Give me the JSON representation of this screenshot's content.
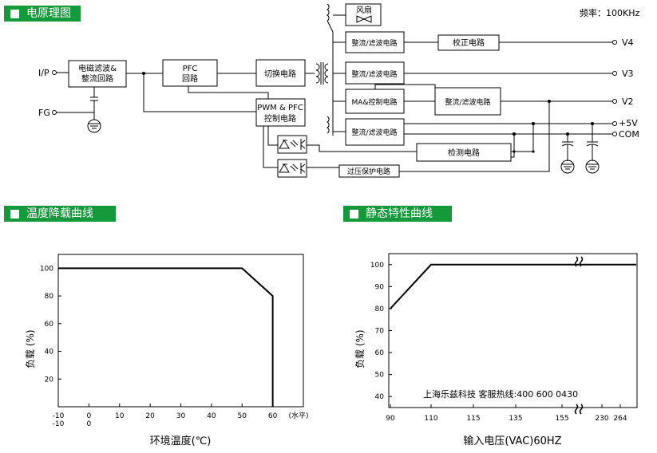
{
  "sections": {
    "schematic": "电原理图",
    "derating": "温度降载曲线",
    "static": "静态特性曲线"
  },
  "frequency": "频率：100KHz",
  "blocks": {
    "emi": [
      "电磁滤波&",
      "整流回路"
    ],
    "pfc": [
      "PFC",
      "回路"
    ],
    "switch": "切换电路",
    "pwm": [
      "PWM & PFC",
      "控制电路"
    ],
    "fan": "风扇",
    "rect_v4": "整流/滤波电路",
    "correct": "校正电路",
    "rect_v3": "整流/滤波电路",
    "ma_ctrl": "MA&控制电路",
    "rect_v2": "整流/滤波电路",
    "rect_5v": "整流/滤波电路",
    "detect": "检测电路",
    "ovp": "过压保护电路"
  },
  "terminals": {
    "ip": "I/P",
    "fg": "FG",
    "v4": "V4",
    "v3": "V3",
    "v2": "V2",
    "p5v": "+5V",
    "com": "COM"
  },
  "chart_data": [
    {
      "type": "line",
      "title": "温度降载曲线",
      "xlabel": "环境温度(℃)",
      "ylabel": "负载 (%)",
      "x_unit": "(水平)",
      "x_ticks": [
        "-10",
        "0",
        "10",
        "20",
        "30",
        "40",
        "50",
        "60"
      ],
      "x_ticks_row2": [
        "-10",
        "0"
      ],
      "y_ticks": [
        "100",
        "80",
        "60",
        "40",
        "20"
      ],
      "xlim": [
        -10,
        70
      ],
      "ylim": [
        0,
        110
      ],
      "series": [
        {
          "x": [
            -10,
            50,
            60,
            60
          ],
          "y": [
            100,
            100,
            80,
            0
          ]
        }
      ]
    },
    {
      "type": "line",
      "title": "静态特性曲线",
      "xlabel": "输入电压(VAC)60HZ",
      "ylabel": "负载 (%)",
      "x_ticks": [
        "90",
        "110",
        "115",
        "135",
        "155",
        "230",
        "264"
      ],
      "y_ticks": [
        "100",
        "90",
        "80",
        "70",
        "60",
        "50",
        "40"
      ],
      "ylim": [
        35,
        105
      ],
      "break_between": [
        "155",
        "230"
      ],
      "series": [
        {
          "x": [
            90,
            110,
            264
          ],
          "y": [
            80,
            100,
            100
          ]
        }
      ]
    }
  ],
  "watermark": "上海乐兹科技 客服热线:400 600 0430"
}
